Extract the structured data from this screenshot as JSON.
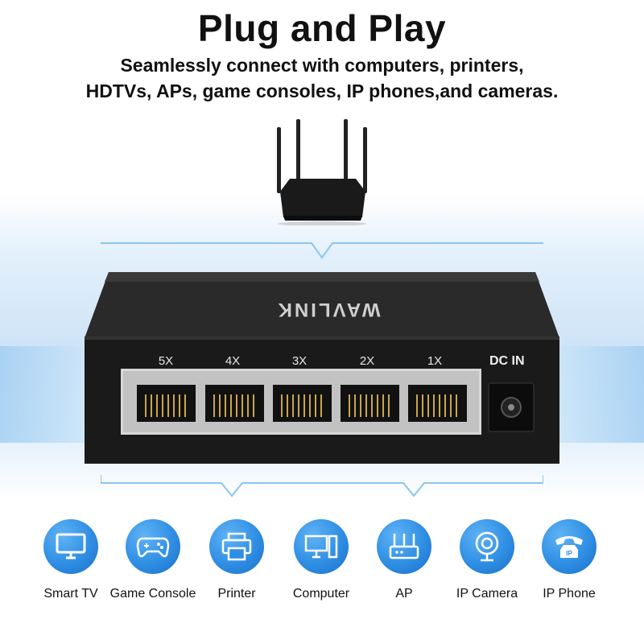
{
  "title": "Plug and Play",
  "subtitle_line1": "Seamlessly connect with computers, printers,",
  "subtitle_line2": "HDTVs, APs, game consoles, IP phones,and cameras.",
  "brand": "WAVLINK",
  "ports": [
    "5X",
    "4X",
    "3X",
    "2X",
    "1X"
  ],
  "dc_in": "DC IN",
  "devices": [
    {
      "label": "Smart TV",
      "icon": "tv-icon"
    },
    {
      "label": "Game Console",
      "icon": "gamepad-icon"
    },
    {
      "label": "Printer",
      "icon": "printer-icon"
    },
    {
      "label": "Computer",
      "icon": "computer-icon"
    },
    {
      "label": "AP",
      "icon": "access-point-icon"
    },
    {
      "label": "IP Camera",
      "icon": "camera-icon"
    },
    {
      "label": "IP Phone",
      "icon": "phone-icon"
    }
  ],
  "colors": {
    "accent": "#2f8ee3",
    "switch_body": "#1c1c1c",
    "bracket": "#8cc6f0"
  }
}
